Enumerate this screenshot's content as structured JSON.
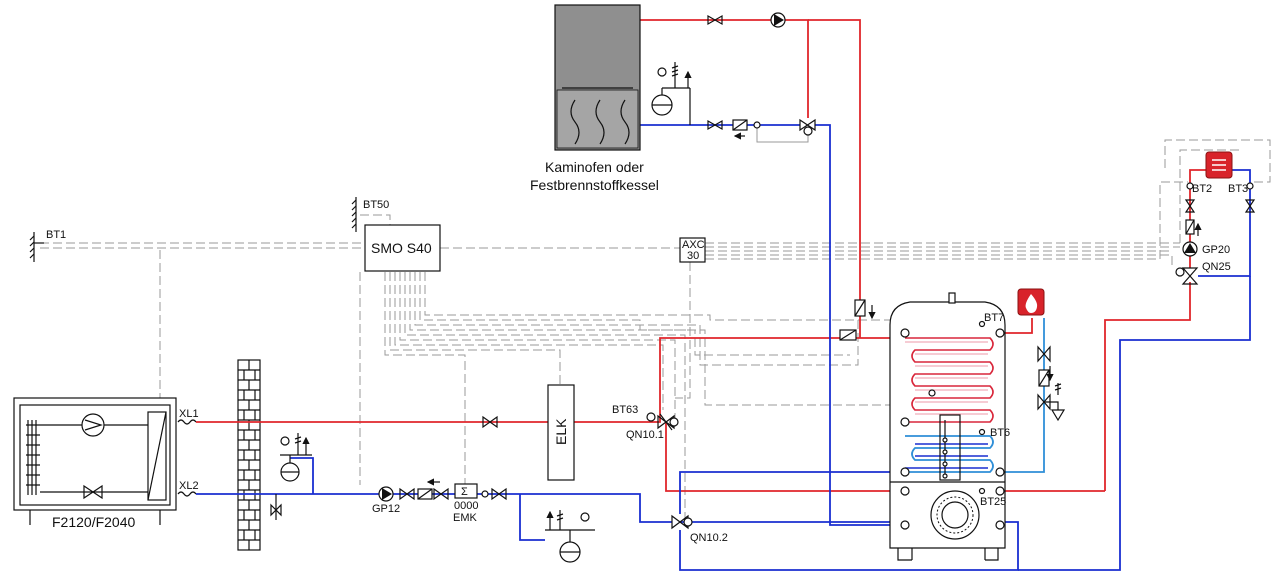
{
  "labels": {
    "heat_pump": "F2120/F2040",
    "controller": "SMO S40",
    "stove_line1": "Kaminofen oder",
    "stove_line2": "Festbrennstoffkessel",
    "outdoor_sensor": "BT1",
    "room_sensor": "BT50",
    "axc_line1": "AXC",
    "axc_line2": "30",
    "flow_conn": "XL1",
    "return_conn": "XL2",
    "pump_gp12": "GP12",
    "energy_meter": "EMK",
    "energy_meter_display": "0000",
    "energy_meter_sigma": "Σ",
    "electric_heater": "ELK",
    "sensor_bt63": "BT63",
    "valve_qn101": "QN10.1",
    "valve_qn102": "QN10.2",
    "sensor_bt7": "BT7",
    "sensor_bt6": "BT6",
    "sensor_bt25": "BT25",
    "sensor_bt2": "BT2",
    "sensor_bt3": "BT3",
    "pump_gp20": "GP20",
    "valve_qn25": "QN25"
  },
  "icons": {
    "heater": "radiator-icon",
    "hot_water": "flame-drop-icon"
  },
  "colors": {
    "supply": "#e0262b",
    "return": "#1a2fd1",
    "hot_water_line": "#2f8fd8",
    "control": "#9a9a9a"
  }
}
